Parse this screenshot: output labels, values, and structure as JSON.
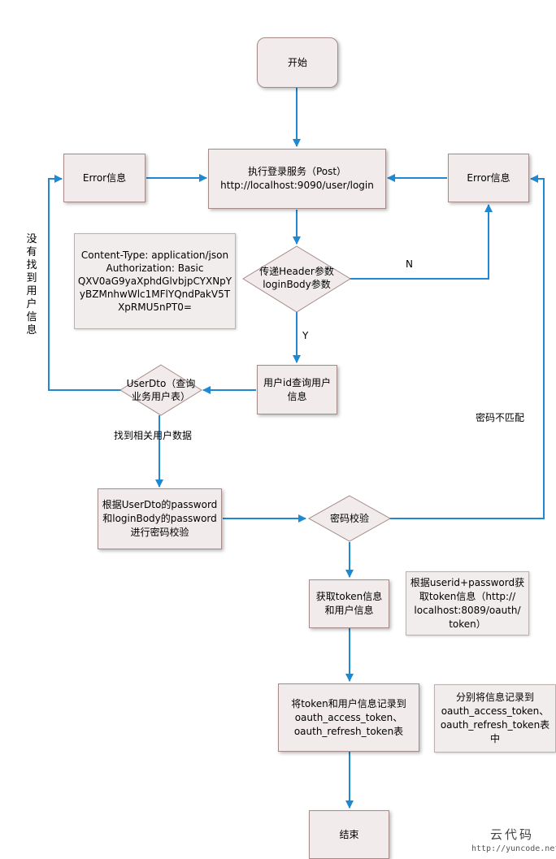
{
  "nodes": {
    "start": "开始",
    "login_service": "执行登录服务（Post）\nhttp://localhost:9090/user/login",
    "error_left": "Error信息",
    "error_right": "Error信息",
    "header_decision": "传递Header参数\nloginBody参数",
    "header_note": "Content-Type: application/json\nAuthorization: Basic\nQXV0aG9yaXphdGlvbjpCYXNpY\nyBZMnhwWlc1MFlYQndPakV5T\nXpRMU5nPT0=",
    "query_user": "用户id查询用户\n信息",
    "userdto_decision": "UserDto（查询\n业务用户表）",
    "compare_password": "根据UserDto的password\n和loginBody的password\n进行密码校验",
    "password_decision": "密码校验",
    "get_token": "获取token信息\n和用户信息",
    "token_note": "根据userid+password获\n取token信息（http://\nlocalhost:8089/oauth/\ntoken）",
    "record_token": "将token和用户信息记录到\noauth_access_token、\noauth_refresh_token表",
    "record_note": "分别将信息记录到\noauth_access_token、\noauth_refresh_token表中",
    "end": "结束"
  },
  "labels": {
    "no": "N",
    "yes": "Y",
    "found_data": "找到相关用户数据",
    "password_mismatch": "密码不匹配",
    "user_not_found": [
      "没",
      "有",
      "找",
      "到",
      "用",
      "户",
      "信",
      "息"
    ]
  },
  "watermark": {
    "brand": "云代码",
    "url": "http://yuncode.net"
  },
  "colors": {
    "arrow": "#1e88d0",
    "node_fill": "#f2ebeb",
    "node_border": "#a58a8a"
  }
}
